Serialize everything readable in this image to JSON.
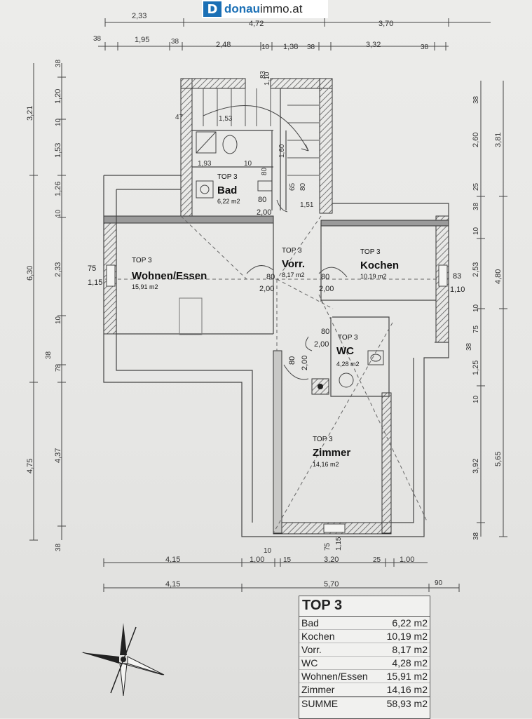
{
  "logo": {
    "mark": "D",
    "brand_bold": "donau",
    "brand_rest": "immo.at"
  },
  "dimensions": {
    "top_row1": [
      "2,33",
      "4,72",
      "3,70"
    ],
    "top_row2": [
      "38",
      "1,95",
      "38",
      "2,48",
      "10",
      "1,38",
      "38",
      "3,32",
      "38"
    ],
    "left_outer": [
      "3,21",
      "6,30",
      "4,75",
      "38"
    ],
    "left_inner": [
      "38",
      "1,20",
      "10",
      "1,53",
      "1,26",
      "10",
      "2,33",
      "10",
      "78",
      "4,37",
      "38"
    ],
    "right_inner": [
      "38",
      "2,60",
      "25",
      "38",
      "10",
      "2,53",
      "10",
      "75",
      "38",
      "1,25",
      "10",
      "3,92",
      "38"
    ],
    "right_outer": [
      "3,81",
      "4,80",
      "5,65"
    ],
    "bottom_row1": [
      "4,15",
      "1,00",
      "10",
      "15",
      "3,20",
      "25",
      "1,00"
    ],
    "bottom_row2": [
      "4,15",
      "5,70",
      "90"
    ],
    "stair_labels": [
      "83",
      "1,10",
      "1,53",
      "1,93",
      "10",
      "1,60",
      "80",
      "65",
      "80",
      "1,51",
      "47"
    ],
    "window_left": [
      "75",
      "1,15"
    ],
    "window_right": [
      "83",
      "1,10"
    ],
    "window_bottom": [
      "75",
      "1,15"
    ],
    "door": [
      "80",
      "2,00",
      "80",
      "2,00",
      "80",
      "2,00",
      "80",
      "2,00",
      "80",
      "2,00"
    ]
  },
  "rooms": [
    {
      "top": "TOP 3",
      "name": "Bad",
      "area": "6,22 m2"
    },
    {
      "top": "TOP 3",
      "name": "Vorr.",
      "area": "8,17 m2"
    },
    {
      "top": "TOP 3",
      "name": "Kochen",
      "area": "10,19 m2"
    },
    {
      "top": "TOP 3",
      "name": "Wohnen/Essen",
      "area": "15,91 m2"
    },
    {
      "top": "TOP 3",
      "name": "WC",
      "area": "4,28 m2"
    },
    {
      "top": "TOP 3",
      "name": "Zimmer",
      "area": "14,16 m2"
    }
  ],
  "summary": {
    "title": "TOP 3",
    "rows": [
      {
        "label": "Bad",
        "value": "6,22 m2"
      },
      {
        "label": "Kochen",
        "value": "10,19 m2"
      },
      {
        "label": "Vorr.",
        "value": "8,17 m2"
      },
      {
        "label": "WC",
        "value": "4,28 m2"
      },
      {
        "label": "Wohnen/Essen",
        "value": "15,91 m2"
      },
      {
        "label": "Zimmer",
        "value": "14,16 m2"
      }
    ],
    "total": {
      "label": "SUMME",
      "value": "58,93 m2"
    }
  }
}
